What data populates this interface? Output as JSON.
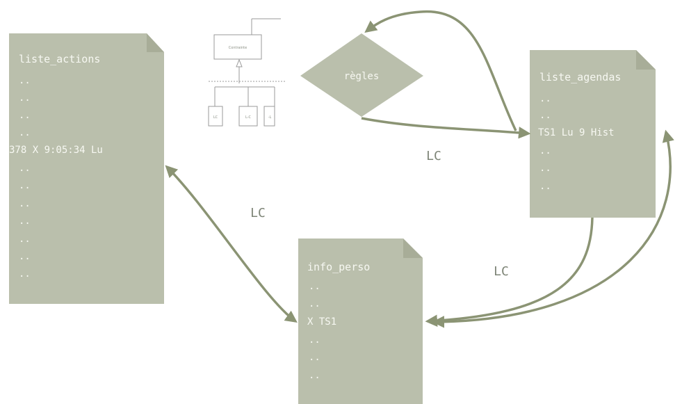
{
  "colors": {
    "doc_fill": "#babfac",
    "doc_fold": "#a8ad98",
    "arrow": "#8b9474",
    "text_light": "#f7f8f2",
    "label_gray": "#7d8476",
    "uml_line": "#9a9a9a"
  },
  "documents": {
    "liste_actions": {
      "title": "liste_actions",
      "lines": [
        "..",
        "..",
        "..",
        "..",
        "378 X 9:05:34 Lu",
        "..",
        "..",
        "..",
        "..",
        "..",
        "..",
        ".."
      ]
    },
    "liste_agendas": {
      "title": "liste_agendas",
      "lines": [
        "..",
        "..",
        "TS1 Lu 9 Hist",
        "..",
        "..",
        ".."
      ]
    },
    "info_perso": {
      "title": "info_perso",
      "lines": [
        "..",
        "..",
        "X TS1",
        "..",
        "..",
        ".."
      ]
    }
  },
  "decision": {
    "label": "règles"
  },
  "edge_labels": [
    "LC",
    "LC",
    "LC"
  ],
  "uml": {
    "parent_label": "Contrainte",
    "children": [
      "LC",
      "L-C",
      "-L"
    ]
  }
}
